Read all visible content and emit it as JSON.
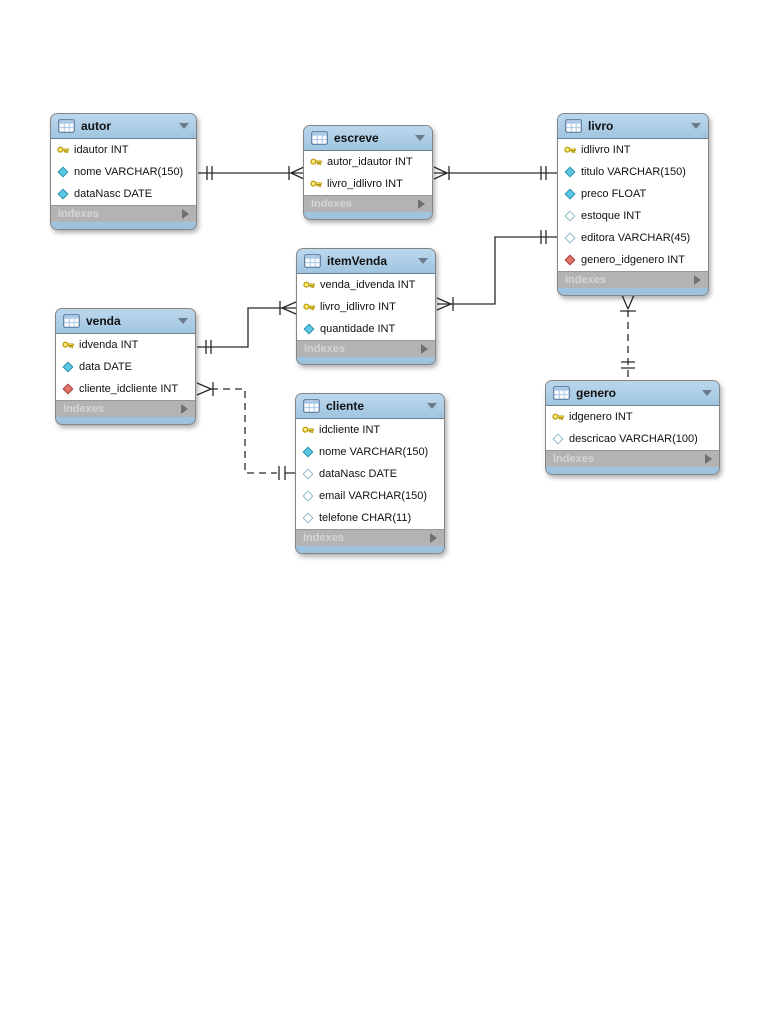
{
  "diagram": {
    "tables": [
      {
        "name": "autor",
        "footer": "Indexes",
        "fields": [
          {
            "icon": "primary-key",
            "label": "idautor INT"
          },
          {
            "icon": "not-null",
            "label": "nome VARCHAR(150)"
          },
          {
            "icon": "not-null",
            "label": "dataNasc DATE"
          }
        ]
      },
      {
        "name": "escreve",
        "footer": "Indexes",
        "fields": [
          {
            "icon": "primary-key",
            "label": "autor_idautor INT"
          },
          {
            "icon": "primary-key",
            "label": "livro_idlivro INT"
          }
        ]
      },
      {
        "name": "livro",
        "footer": "Indexes",
        "fields": [
          {
            "icon": "primary-key",
            "label": "idlivro INT"
          },
          {
            "icon": "not-null",
            "label": "titulo VARCHAR(150)"
          },
          {
            "icon": "not-null",
            "label": "preco FLOAT"
          },
          {
            "icon": "nullable",
            "label": "estoque INT"
          },
          {
            "icon": "nullable",
            "label": "editora VARCHAR(45)"
          },
          {
            "icon": "foreign-key",
            "label": "genero_idgenero INT"
          }
        ]
      },
      {
        "name": "venda",
        "footer": "Indexes",
        "fields": [
          {
            "icon": "primary-key",
            "label": "idvenda INT"
          },
          {
            "icon": "not-null",
            "label": "data DATE"
          },
          {
            "icon": "foreign-key",
            "label": "cliente_idcliente INT"
          }
        ]
      },
      {
        "name": "itemVenda",
        "footer": "Indexes",
        "fields": [
          {
            "icon": "primary-key",
            "label": "venda_idvenda INT"
          },
          {
            "icon": "primary-key",
            "label": "livro_idlivro INT"
          },
          {
            "icon": "not-null",
            "label": "quantidade INT"
          }
        ]
      },
      {
        "name": "cliente",
        "footer": "Indexes",
        "fields": [
          {
            "icon": "primary-key",
            "label": "idcliente INT"
          },
          {
            "icon": "not-null",
            "label": "nome VARCHAR(150)"
          },
          {
            "icon": "nullable",
            "label": "dataNasc DATE"
          },
          {
            "icon": "nullable",
            "label": "email VARCHAR(150)"
          },
          {
            "icon": "nullable",
            "label": "telefone CHAR(11)"
          }
        ]
      },
      {
        "name": "genero",
        "footer": "Indexes",
        "fields": [
          {
            "icon": "primary-key",
            "label": "idgenero INT"
          },
          {
            "icon": "nullable",
            "label": "descricao VARCHAR(100)"
          }
        ]
      }
    ],
    "relationships": [
      {
        "from": "autor",
        "to": "escreve",
        "cardinality": "one-to-many",
        "line": "solid"
      },
      {
        "from": "livro",
        "to": "escreve",
        "cardinality": "one-to-many",
        "line": "solid"
      },
      {
        "from": "livro",
        "to": "itemVenda",
        "cardinality": "one-to-many",
        "line": "solid"
      },
      {
        "from": "venda",
        "to": "itemVenda",
        "cardinality": "one-to-many",
        "line": "solid"
      },
      {
        "from": "cliente",
        "to": "venda",
        "cardinality": "one-to-many",
        "line": "dashed"
      },
      {
        "from": "genero",
        "to": "livro",
        "cardinality": "one-to-many",
        "line": "dashed"
      }
    ],
    "colors": {
      "header_blue": "#a6c8e2",
      "body_white": "#ffffff",
      "footer_gray": "#b3b3b3",
      "key_yellow": "#ffe354",
      "attribute_cyan": "#5ac8e4",
      "foreign_key_red": "#e4746b",
      "line_color": "#2a2a2a"
    }
  }
}
